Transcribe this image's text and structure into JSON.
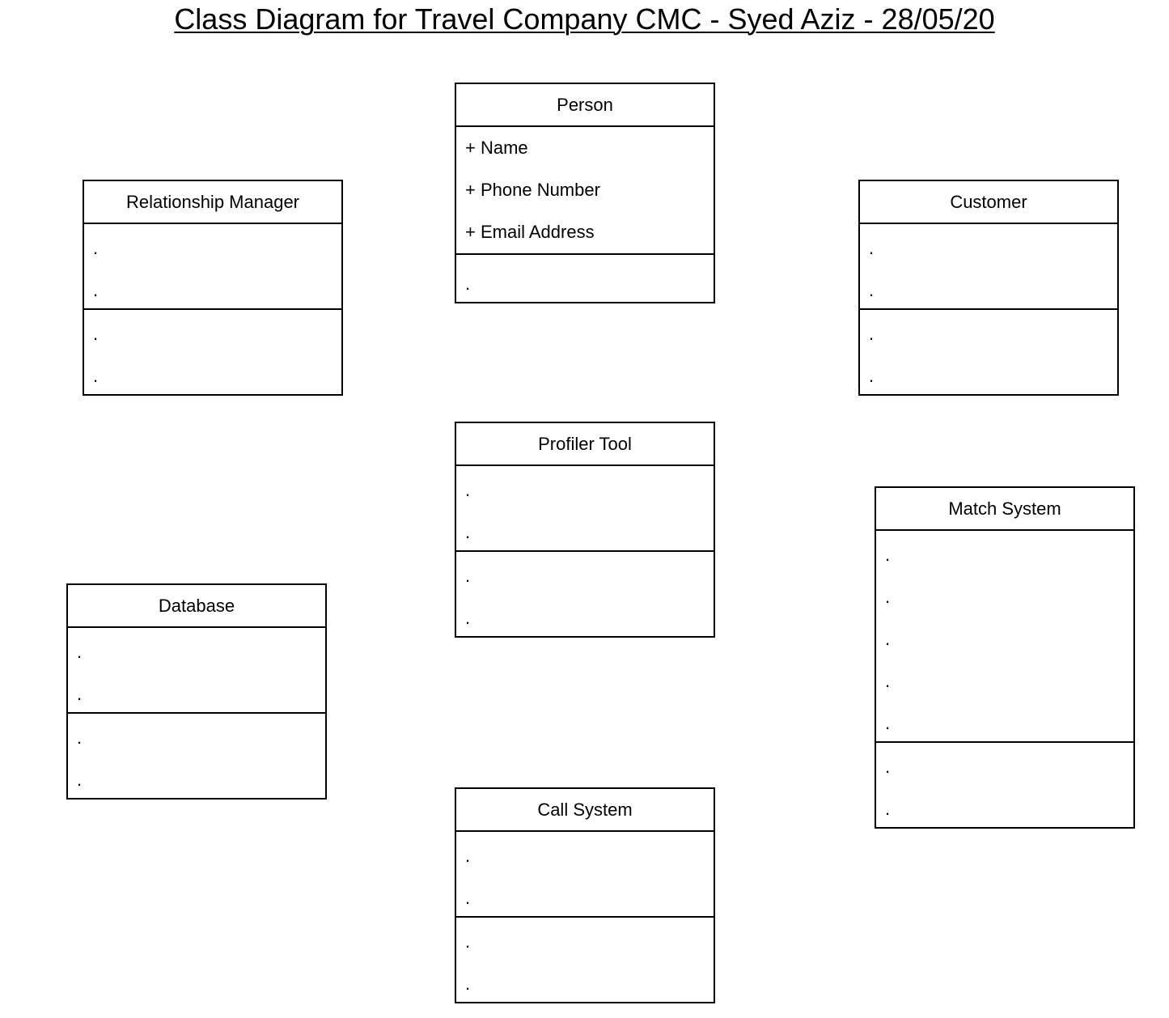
{
  "title": "Class Diagram for Travel Company CMC - Syed Aziz - 28/05/20",
  "classes": {
    "person": {
      "name": "Person",
      "attributes": [
        "+ Name",
        "+ Phone Number",
        "+ Email Address"
      ],
      "operations": [
        "."
      ]
    },
    "relationship_manager": {
      "name": "Relationship Manager",
      "attributes": [
        ".",
        "."
      ],
      "operations": [
        ".",
        "."
      ]
    },
    "customer": {
      "name": "Customer",
      "attributes": [
        ".",
        "."
      ],
      "operations": [
        ".",
        "."
      ]
    },
    "profiler_tool": {
      "name": "Profiler Tool",
      "attributes": [
        ".",
        "."
      ],
      "operations": [
        ".",
        "."
      ]
    },
    "match_system": {
      "name": "Match System",
      "attributes": [
        ".",
        ".",
        ".",
        ".",
        "."
      ],
      "operations": [
        ".",
        "."
      ]
    },
    "database": {
      "name": "Database",
      "attributes": [
        ".",
        "."
      ],
      "operations": [
        ".",
        "."
      ]
    },
    "call_system": {
      "name": "Call System",
      "attributes": [
        ".",
        "."
      ],
      "operations": [
        ".",
        "."
      ]
    }
  }
}
